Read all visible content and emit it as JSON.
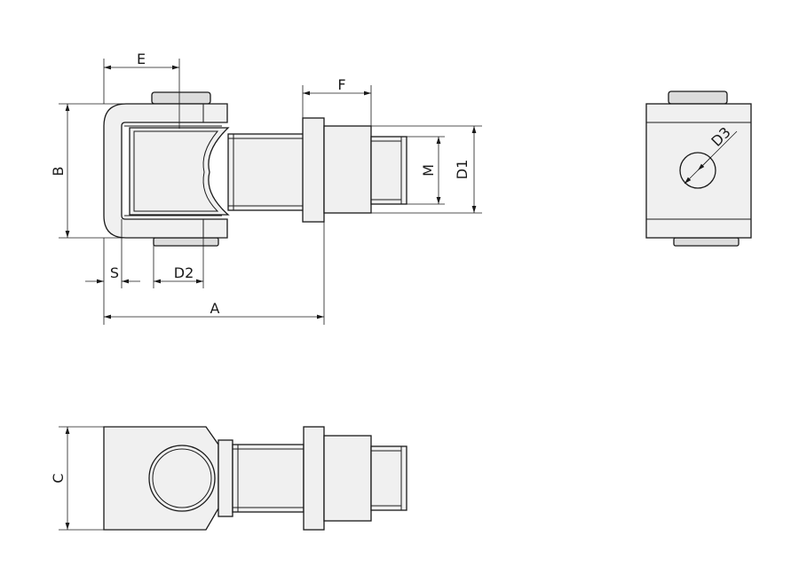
{
  "labels": {
    "E": "E",
    "F": "F",
    "B": "B",
    "M": "M",
    "D1": "D1",
    "D2": "D2",
    "D3": "D3",
    "S": "S",
    "A": "A",
    "C": "C"
  }
}
